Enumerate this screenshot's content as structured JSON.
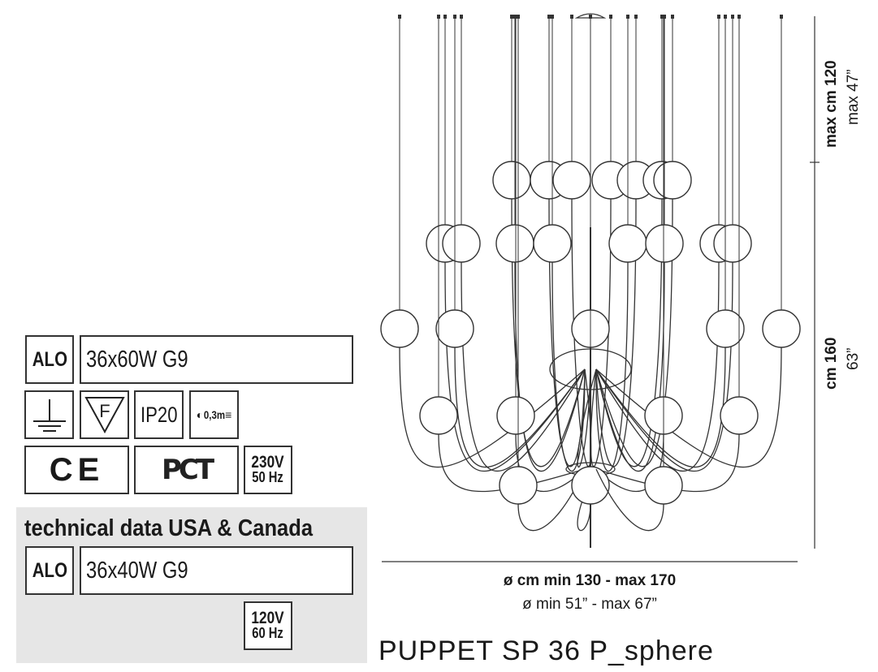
{
  "eu": {
    "lamp_type": "ALO",
    "bulbs": "36x60W G9",
    "ip_rating": "IP20",
    "min_distance": "0,3m",
    "voltage": "230V",
    "frequency": "50 Hz",
    "ce_mark": "CE",
    "pct_mark": "PCT"
  },
  "usa": {
    "heading": "technical data USA & Canada",
    "lamp_type": "ALO",
    "bulbs": "36x40W G9",
    "voltage": "120V",
    "frequency": "60 Hz"
  },
  "dimensions": {
    "height_top_cm": "max cm 120",
    "height_top_in": "max 47”",
    "height_body_cm": "cm 160",
    "height_body_in": "63”",
    "diameter_cm": "ø cm min 130 - max 170",
    "diameter_in": "ø min 51” - max 67”"
  },
  "product_name": "PUPPET SP 36 P_sphere"
}
